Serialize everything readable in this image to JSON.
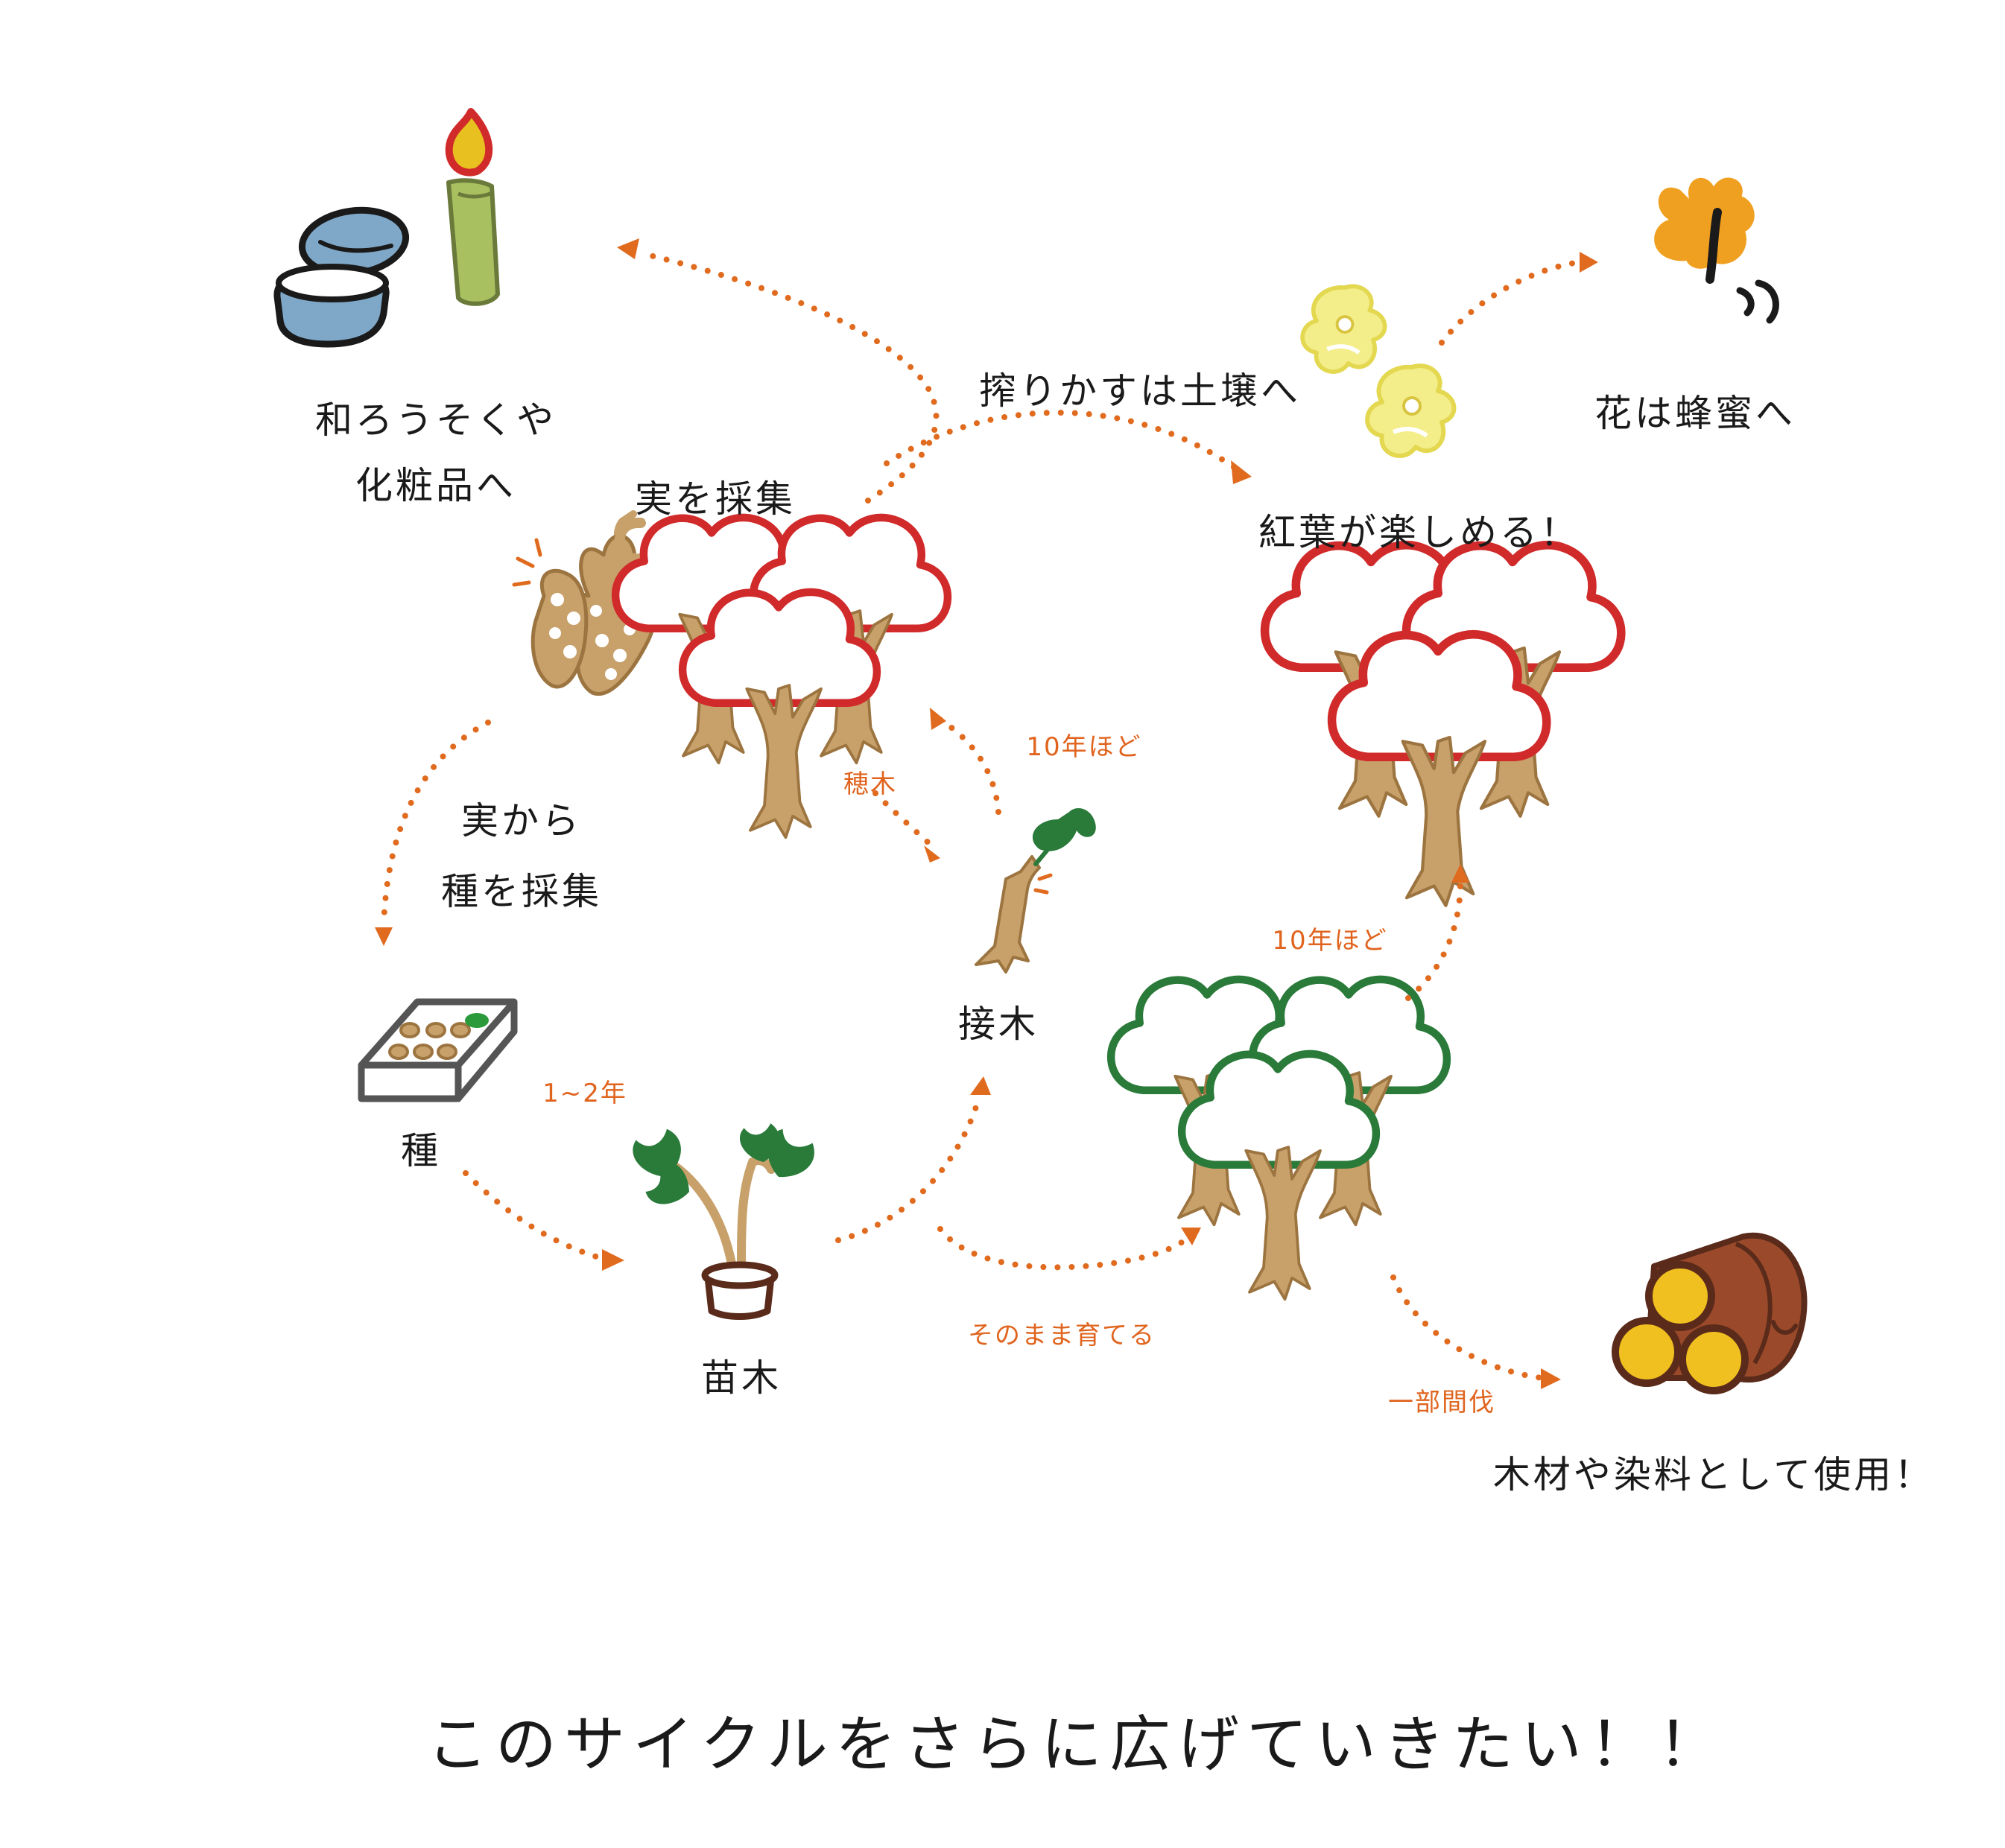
{
  "nodes": {
    "candle_cosmetics": "和ろうそくや\n化粧品へ",
    "harvest_fruit": "実を採集",
    "seed_from_fruit": "実から\n種を採集",
    "seed": "種",
    "seedling": "苗木",
    "grafted_tree": "接木",
    "lees_to_soil": "搾りかすは土壌へ",
    "autumn_leaves": "紅葉が楽しめる！",
    "flowers_to_honey": "花は蜂蜜へ",
    "lumber_dye": "木材や染料として使用！"
  },
  "edge_labels": {
    "one_two_years": "1~2年",
    "ten_years_graft": "10年ほど",
    "scion": "穂木",
    "grow_as_is": "そのまま育てる",
    "ten_years_grow": "10年ほど",
    "partial_felling": "一部間伐"
  },
  "headline": "このサイクルをさらに広げていきたい！！",
  "colors": {
    "arrow": "#e06a1e",
    "red_foliage": "#d12a2a",
    "green_foliage": "#2a7a3a",
    "trunk": "#c7a06a",
    "flower": "#f0ea6a",
    "bee": "#f0a020",
    "wood": "#9a4a2a",
    "candle": "#a8c060",
    "dish": "#7fa8c8"
  },
  "icons": [
    "dish-icon",
    "candle-icon",
    "fruit-cluster-icon",
    "red-tree-icon",
    "seed-tray-icon",
    "seedling-pot-icon",
    "grafted-tree-icon",
    "green-tree-icon",
    "flower-icon",
    "bee-icon",
    "log-icon"
  ]
}
